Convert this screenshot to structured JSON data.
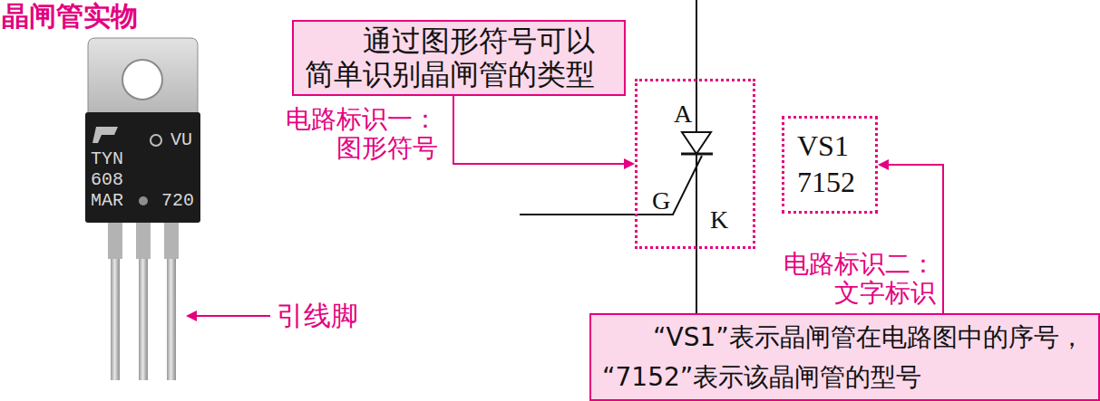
{
  "diagram": {
    "nodes": [
      {
        "text": [
          "通过图形符号可以简单识别晶闸管的类型"
        ]
      },
      {
        "text": [
          "A",
          "G",
          "K"
        ]
      },
      {
        "text": [
          "VS1",
          "7152"
        ]
      },
      {
        "text": [
          "“VS1”表示晶闸管在电路图中的序号，“7152”表示该晶闸管的型号"
        ]
      }
    ],
    "edges": [
      {
        "from": 0,
        "to": 1,
        "arrow": "to"
      },
      {
        "from": 3,
        "to": 2,
        "arrow": "to"
      }
    ],
    "labels": [
      "晶闸管实物",
      "VU",
      "TYN",
      "608",
      "MAR",
      "720",
      "引线脚",
      "电路标识一：图形符号",
      "电路标识二：文字标识"
    ]
  }
}
